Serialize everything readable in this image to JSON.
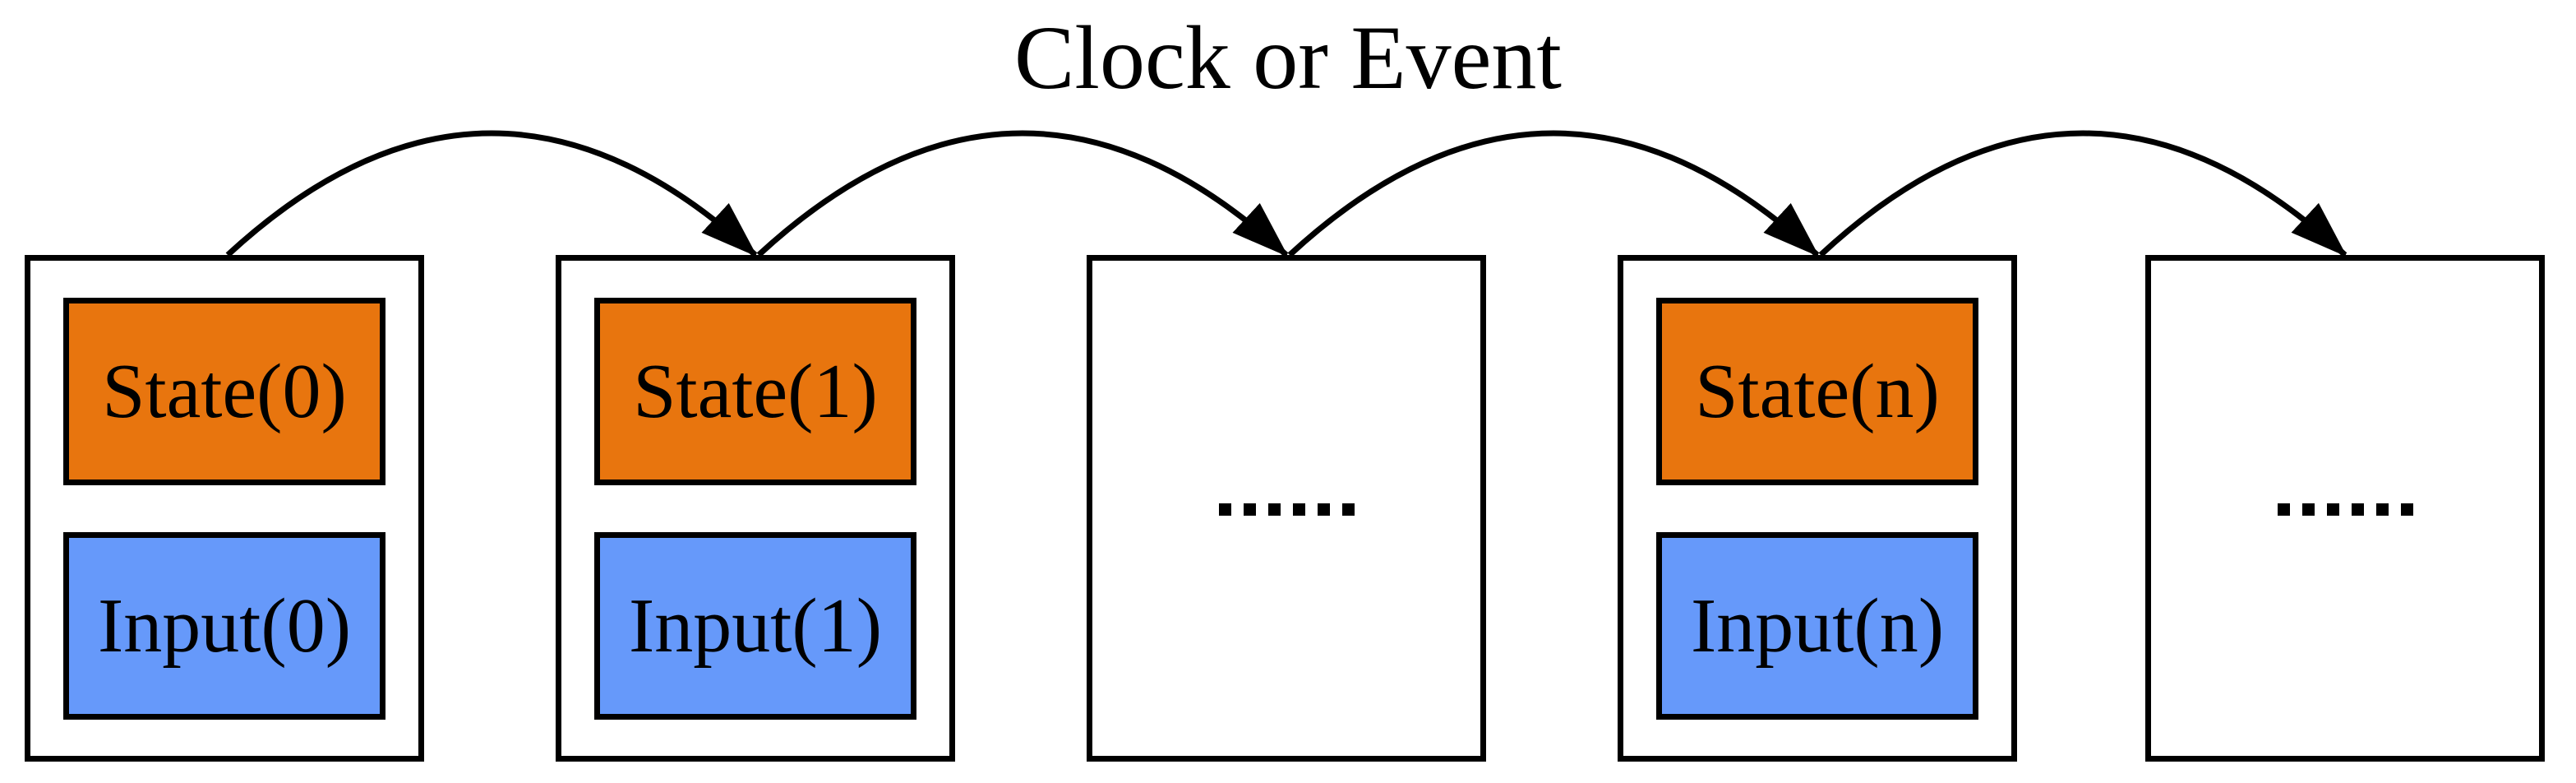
{
  "title": "Clock or Event",
  "colors": {
    "state_fill": "#E8750E",
    "input_fill": "#6699FA",
    "line": "#000000",
    "background": "#FFFFFF"
  },
  "cells": [
    {
      "type": "step",
      "state_label": "State(0)",
      "input_label": "Input(0)"
    },
    {
      "type": "step",
      "state_label": "State(1)",
      "input_label": "Input(1)"
    },
    {
      "type": "ellipsis",
      "ellipsis": "......"
    },
    {
      "type": "step",
      "state_label": "State(n)",
      "input_label": "Input(n)"
    },
    {
      "type": "ellipsis",
      "ellipsis": "......"
    }
  ],
  "arrows": {
    "count": 4,
    "direction": "left-to-right"
  }
}
